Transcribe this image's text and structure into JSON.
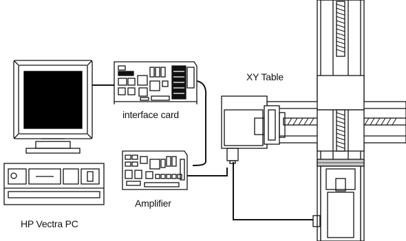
{
  "labels": {
    "xy_table": "XY Table",
    "interface_card": "interface card",
    "amplifier": "Amplifier",
    "pc": "HP Vectra PC"
  },
  "colors": {
    "stroke": "#111111",
    "screen": "#000000",
    "background": "#ffffff"
  }
}
